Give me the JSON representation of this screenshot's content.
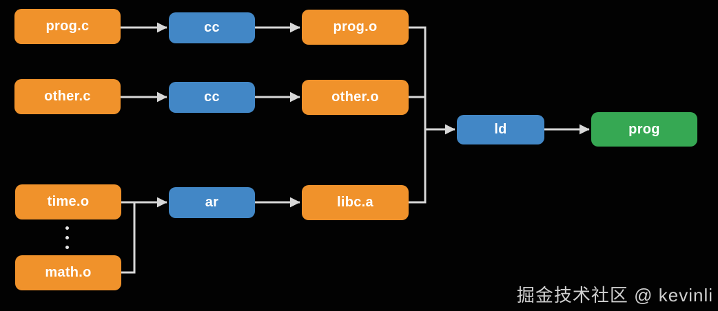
{
  "diagram": {
    "nodes": [
      {
        "id": "prog-c",
        "label": "prog.c",
        "type": "file"
      },
      {
        "id": "cc-1",
        "label": "cc",
        "type": "tool"
      },
      {
        "id": "prog-o",
        "label": "prog.o",
        "type": "file"
      },
      {
        "id": "other-c",
        "label": "other.c",
        "type": "file"
      },
      {
        "id": "cc-2",
        "label": "cc",
        "type": "tool"
      },
      {
        "id": "other-o",
        "label": "other.o",
        "type": "file"
      },
      {
        "id": "ld",
        "label": "ld",
        "type": "tool"
      },
      {
        "id": "prog",
        "label": "prog",
        "type": "final"
      },
      {
        "id": "time-o",
        "label": "time.o",
        "type": "file"
      },
      {
        "id": "ar",
        "label": "ar",
        "type": "tool"
      },
      {
        "id": "libc-a",
        "label": "libc.a",
        "type": "file"
      },
      {
        "id": "math-o",
        "label": "math.o",
        "type": "file"
      }
    ],
    "edges": [
      {
        "from": "prog-c",
        "to": "cc-1"
      },
      {
        "from": "cc-1",
        "to": "prog-o"
      },
      {
        "from": "other-c",
        "to": "cc-2"
      },
      {
        "from": "cc-2",
        "to": "other-o"
      },
      {
        "from": "time-o",
        "to": "ar"
      },
      {
        "from": "math-o",
        "to": "ar"
      },
      {
        "from": "ar",
        "to": "libc-a"
      },
      {
        "from": "prog-o",
        "to": "ld"
      },
      {
        "from": "other-o",
        "to": "ld"
      },
      {
        "from": "libc-a",
        "to": "ld"
      },
      {
        "from": "ld",
        "to": "prog"
      }
    ],
    "ellipsis_between": [
      "time-o",
      "math-o"
    ]
  },
  "colors": {
    "file": "#f0922b",
    "tool": "#4287c6",
    "final": "#36a853",
    "connector": "#d8d8d8",
    "watermark": "#cfcfcf",
    "background": "#020202",
    "node_text": "#ffffff"
  },
  "watermark": {
    "text": "掘金技术社区 @ kevinli"
  }
}
